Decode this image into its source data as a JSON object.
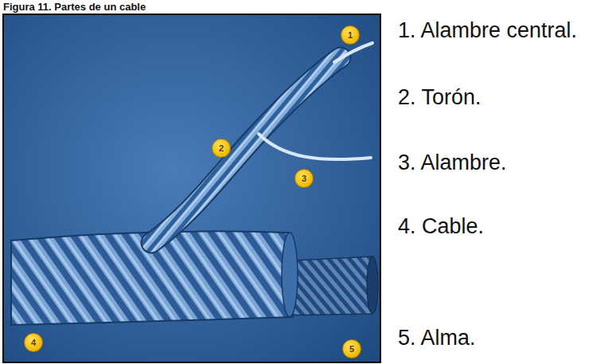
{
  "diagram": {
    "title": "Figura 11. Partes de un cable",
    "nodes": [
      {
        "text": [
          "1"
        ]
      },
      {
        "text": [
          "2"
        ]
      },
      {
        "text": [
          "3"
        ]
      },
      {
        "text": [
          "4"
        ]
      },
      {
        "text": [
          "5"
        ]
      }
    ],
    "labels": [
      "1. Alambre central.",
      "2. Torón.",
      "3. Alambre.",
      "4. Cable.",
      "5. Alma."
    ]
  }
}
